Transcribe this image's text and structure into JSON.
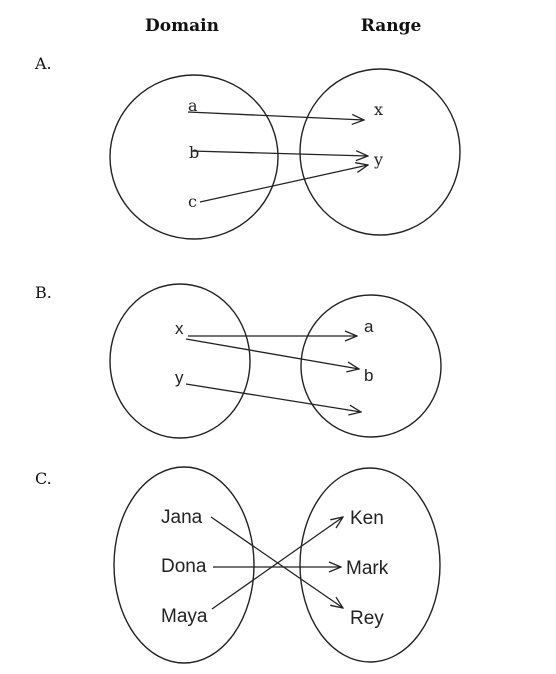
{
  "headers": {
    "domain": "Domain",
    "range": "Range"
  },
  "diagrams": [
    {
      "label": "A.",
      "domain": [
        "a",
        "b",
        "c"
      ],
      "range": [
        "x",
        "y"
      ],
      "mappings": [
        [
          "a",
          "x"
        ],
        [
          "b",
          "y"
        ],
        [
          "c",
          "y"
        ]
      ]
    },
    {
      "label": "B.",
      "domain": [
        "x",
        "y"
      ],
      "range": [
        "a",
        "b",
        ""
      ],
      "mappings": [
        [
          "x",
          "a"
        ],
        [
          "x",
          "b"
        ],
        [
          "y",
          ""
        ]
      ]
    },
    {
      "label": "C.",
      "domain": [
        "Jana",
        "Dona",
        "Maya"
      ],
      "range": [
        "Ken",
        "Mark",
        "Rey"
      ],
      "mappings": [
        [
          "Jana",
          "Rey"
        ],
        [
          "Dona",
          "Mark"
        ],
        [
          "Maya",
          "Ken"
        ]
      ]
    }
  ]
}
